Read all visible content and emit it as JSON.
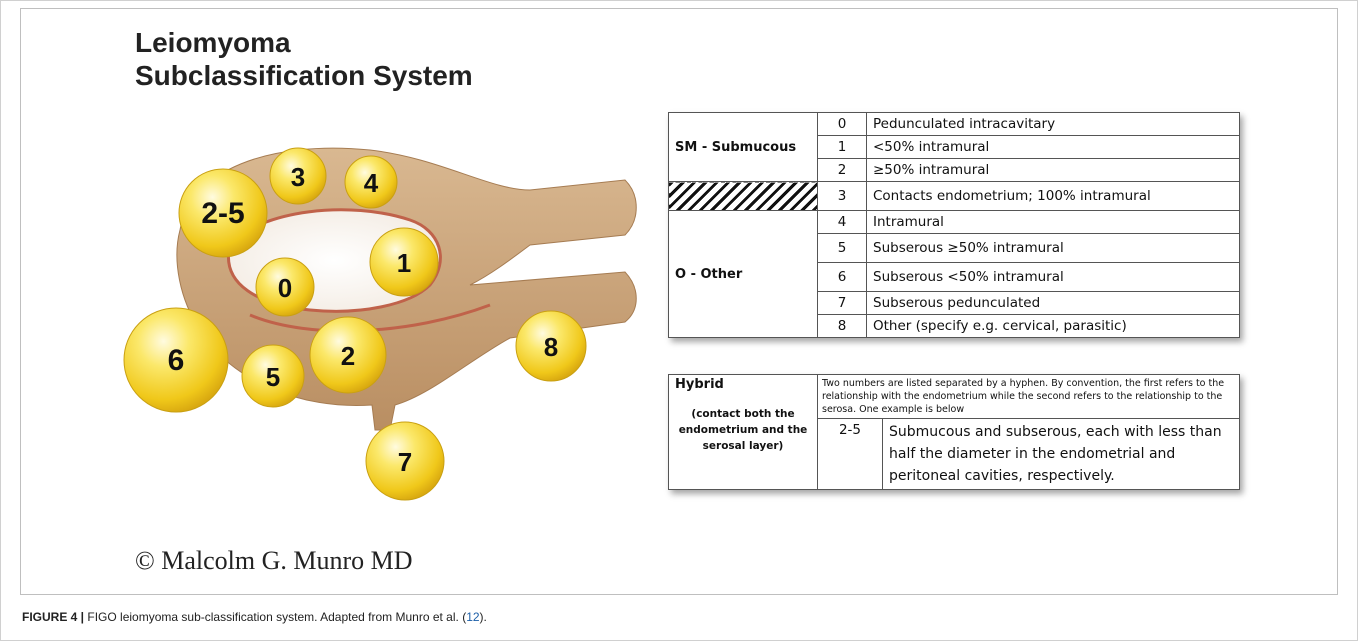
{
  "figure": {
    "title_line1": "Leiomyoma",
    "title_line2": "Subclassification System",
    "credit": "© Malcolm G. Munro MD",
    "caption_label": "FIGURE 4 |",
    "caption_text": " FIGO leiomyoma sub-classification system. Adapted from Munro et al. (",
    "caption_ref": "12",
    "caption_end": ")."
  },
  "diagram": {
    "circle_labels": [
      "2-5",
      "3",
      "4",
      "1",
      "0",
      "6",
      "2",
      "5",
      "8",
      "7"
    ],
    "colors": {
      "uterus": "#c9a37c",
      "fibroid": "#f6d42a",
      "fibroid_highlight": "#fffbe0",
      "vessel": "#c0624a"
    }
  },
  "classification": {
    "groups": {
      "sm": "SM - Submucous",
      "other": "O - Other"
    },
    "rows": [
      {
        "num": "0",
        "desc": "Pedunculated intracavitary"
      },
      {
        "num": "1",
        "desc": "<50% intramural"
      },
      {
        "num": "2",
        "desc": "≥50% intramural"
      },
      {
        "num": "3",
        "desc": "Contacts endometrium; 100% intramural"
      },
      {
        "num": "4",
        "desc": "Intramural"
      },
      {
        "num": "5",
        "desc": "Subserous ≥50% intramural"
      },
      {
        "num": "6",
        "desc": "Subserous <50% intramural"
      },
      {
        "num": "7",
        "desc": "Subserous pedunculated"
      },
      {
        "num": "8",
        "desc": "Other (specify e.g. cervical, parasitic)"
      }
    ],
    "hybrid": {
      "label": "Hybrid",
      "sublabel": "(contact both the endometrium and the serosal layer)",
      "note": "Two numbers are listed separated by a hyphen. By convention, the first refers to the relationship with the endometrium while the second refers to the relationship to the serosa. One example is below",
      "example_num": "2-5",
      "example_desc": "Submucous and subserous, each with less than half the diameter in the endometrial and peritoneal cavities, respectively."
    }
  }
}
